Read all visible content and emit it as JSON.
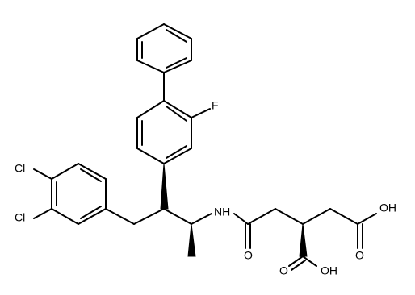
{
  "molecule": {
    "atom_labels": {
      "fluorine": "F",
      "chlorine_top": "Cl",
      "chlorine_bottom": "Cl",
      "amide_nh": "NH",
      "amide_oxygen": "O",
      "acid_oxygen_lower": "O",
      "acid_hydroxyl_lower": "OH",
      "acid_oxygen_right": "O",
      "acid_hydroxyl_right": "OH"
    }
  }
}
